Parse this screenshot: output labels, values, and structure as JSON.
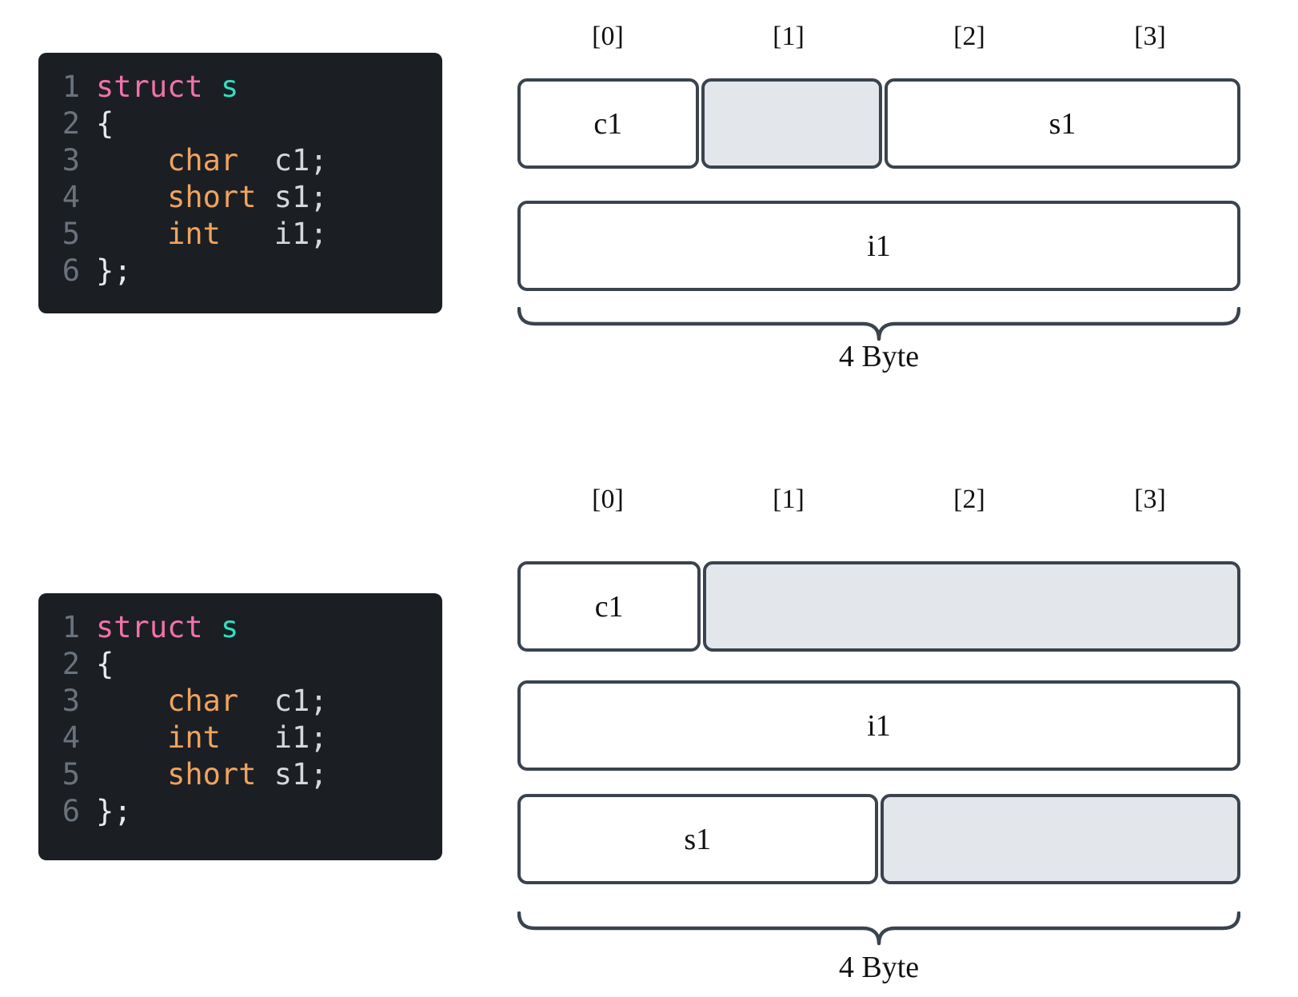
{
  "colors": {
    "page_bg": "#ffffff",
    "code_bg": "#1b1f24",
    "line_number": "#6a737d",
    "keyword": "#f172ab",
    "struct_name": "#2fe0c0",
    "punctuation": "#e8eaec",
    "type": "#f0a35e",
    "identifier": "#d4d8dc",
    "box_border": "#3a434e",
    "padding_fill": "#e3e6ea",
    "field_fill": "#ffffff",
    "label_text": "#111111"
  },
  "figures": [
    {
      "code": {
        "lines": [
          {
            "num": "1",
            "tokens": [
              {
                "text": "struct ",
                "type": "keyword"
              },
              {
                "text": "s",
                "type": "struct_name"
              }
            ]
          },
          {
            "num": "2",
            "tokens": [
              {
                "text": "{",
                "type": "punctuation"
              }
            ]
          },
          {
            "num": "3",
            "tokens": [
              {
                "text": "    ",
                "type": "plain"
              },
              {
                "text": "char",
                "type": "type"
              },
              {
                "text": "  ",
                "type": "plain"
              },
              {
                "text": "c1;",
                "type": "identifier"
              }
            ]
          },
          {
            "num": "4",
            "tokens": [
              {
                "text": "    ",
                "type": "plain"
              },
              {
                "text": "short",
                "type": "type"
              },
              {
                "text": " ",
                "type": "plain"
              },
              {
                "text": "s1;",
                "type": "identifier"
              }
            ]
          },
          {
            "num": "5",
            "tokens": [
              {
                "text": "    ",
                "type": "plain"
              },
              {
                "text": "int",
                "type": "type"
              },
              {
                "text": "   ",
                "type": "plain"
              },
              {
                "text": "i1;",
                "type": "identifier"
              }
            ]
          },
          {
            "num": "6",
            "tokens": [
              {
                "text": "};",
                "type": "punctuation"
              }
            ]
          }
        ]
      },
      "diagram": {
        "byte_labels": [
          "[0]",
          "[1]",
          "[2]",
          "[3]"
        ],
        "rows": [
          {
            "segments": [
              {
                "label": "c1",
                "cells": 1,
                "kind": "field"
              },
              {
                "label": "",
                "cells": 1,
                "kind": "padding"
              },
              {
                "label": "s1",
                "cells": 2,
                "kind": "field"
              }
            ]
          },
          {
            "segments": [
              {
                "label": "i1",
                "cells": 4,
                "kind": "field"
              }
            ]
          }
        ],
        "size_label": "4 Byte"
      }
    },
    {
      "code": {
        "lines": [
          {
            "num": "1",
            "tokens": [
              {
                "text": "struct ",
                "type": "keyword"
              },
              {
                "text": "s",
                "type": "struct_name"
              }
            ]
          },
          {
            "num": "2",
            "tokens": [
              {
                "text": "{",
                "type": "punctuation"
              }
            ]
          },
          {
            "num": "3",
            "tokens": [
              {
                "text": "    ",
                "type": "plain"
              },
              {
                "text": "char",
                "type": "type"
              },
              {
                "text": "  ",
                "type": "plain"
              },
              {
                "text": "c1;",
                "type": "identifier"
              }
            ]
          },
          {
            "num": "4",
            "tokens": [
              {
                "text": "    ",
                "type": "plain"
              },
              {
                "text": "int",
                "type": "type"
              },
              {
                "text": "   ",
                "type": "plain"
              },
              {
                "text": "i1;",
                "type": "identifier"
              }
            ]
          },
          {
            "num": "5",
            "tokens": [
              {
                "text": "    ",
                "type": "plain"
              },
              {
                "text": "short",
                "type": "type"
              },
              {
                "text": " ",
                "type": "plain"
              },
              {
                "text": "s1;",
                "type": "identifier"
              }
            ]
          },
          {
            "num": "6",
            "tokens": [
              {
                "text": "};",
                "type": "punctuation"
              }
            ]
          }
        ]
      },
      "diagram": {
        "byte_labels": [
          "[0]",
          "[1]",
          "[2]",
          "[3]"
        ],
        "rows": [
          {
            "segments": [
              {
                "label": "c1",
                "cells": 1,
                "kind": "field"
              },
              {
                "label": "",
                "cells": 3,
                "kind": "padding"
              }
            ]
          },
          {
            "segments": [
              {
                "label": "i1",
                "cells": 4,
                "kind": "field"
              }
            ]
          },
          {
            "segments": [
              {
                "label": "s1",
                "cells": 2,
                "kind": "field"
              },
              {
                "label": "",
                "cells": 2,
                "kind": "padding"
              }
            ]
          }
        ],
        "size_label": "4 Byte"
      }
    }
  ]
}
